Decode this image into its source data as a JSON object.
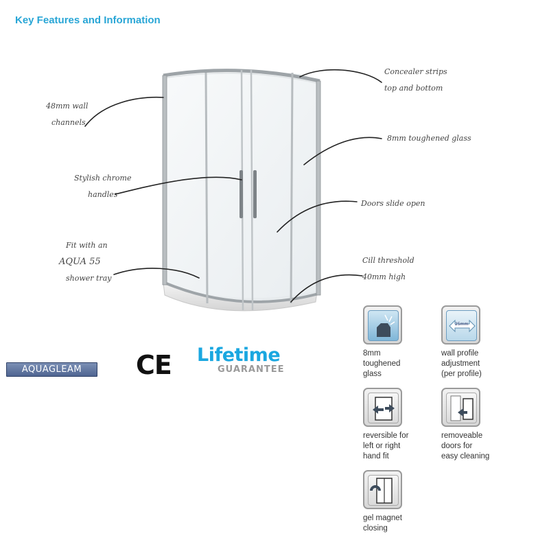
{
  "heading": "Key Features and Information",
  "annotations": {
    "wall_channels": [
      "48mm wall",
      "channels"
    ],
    "concealer": [
      "Concealer strips",
      "top and bottom"
    ],
    "glass": [
      "8mm toughened glass"
    ],
    "handles": [
      "Stylish chrome",
      "handles"
    ],
    "doors": [
      "Doors slide open"
    ],
    "tray": [
      "Fit with an",
      "AQUA 55",
      "shower tray"
    ],
    "cill": [
      "Cill threshold",
      "40mm high"
    ]
  },
  "logos": {
    "aquagleam": "AQUAGLEAM",
    "ce": "CE",
    "lifetime_title": "Lifetime",
    "lifetime_sub": "GUARANTEE"
  },
  "features": [
    {
      "icon": "fist-glass-icon",
      "lines": [
        "8mm",
        "toughened",
        "glass"
      ]
    },
    {
      "icon": "wall-profile-arrows-icon",
      "badge": "25mm",
      "lines": [
        "wall profile",
        "adjustment",
        "(per profile)"
      ]
    },
    {
      "icon": "reversible-door-icon",
      "lines": [
        "reversible for",
        "left or right",
        "hand fit"
      ]
    },
    {
      "icon": "removable-door-icon",
      "lines": [
        "removeable",
        "doors for",
        "easy cleaning"
      ]
    },
    {
      "icon": "magnet-closing-icon",
      "lines": [
        "gel magnet",
        "closing"
      ]
    }
  ]
}
